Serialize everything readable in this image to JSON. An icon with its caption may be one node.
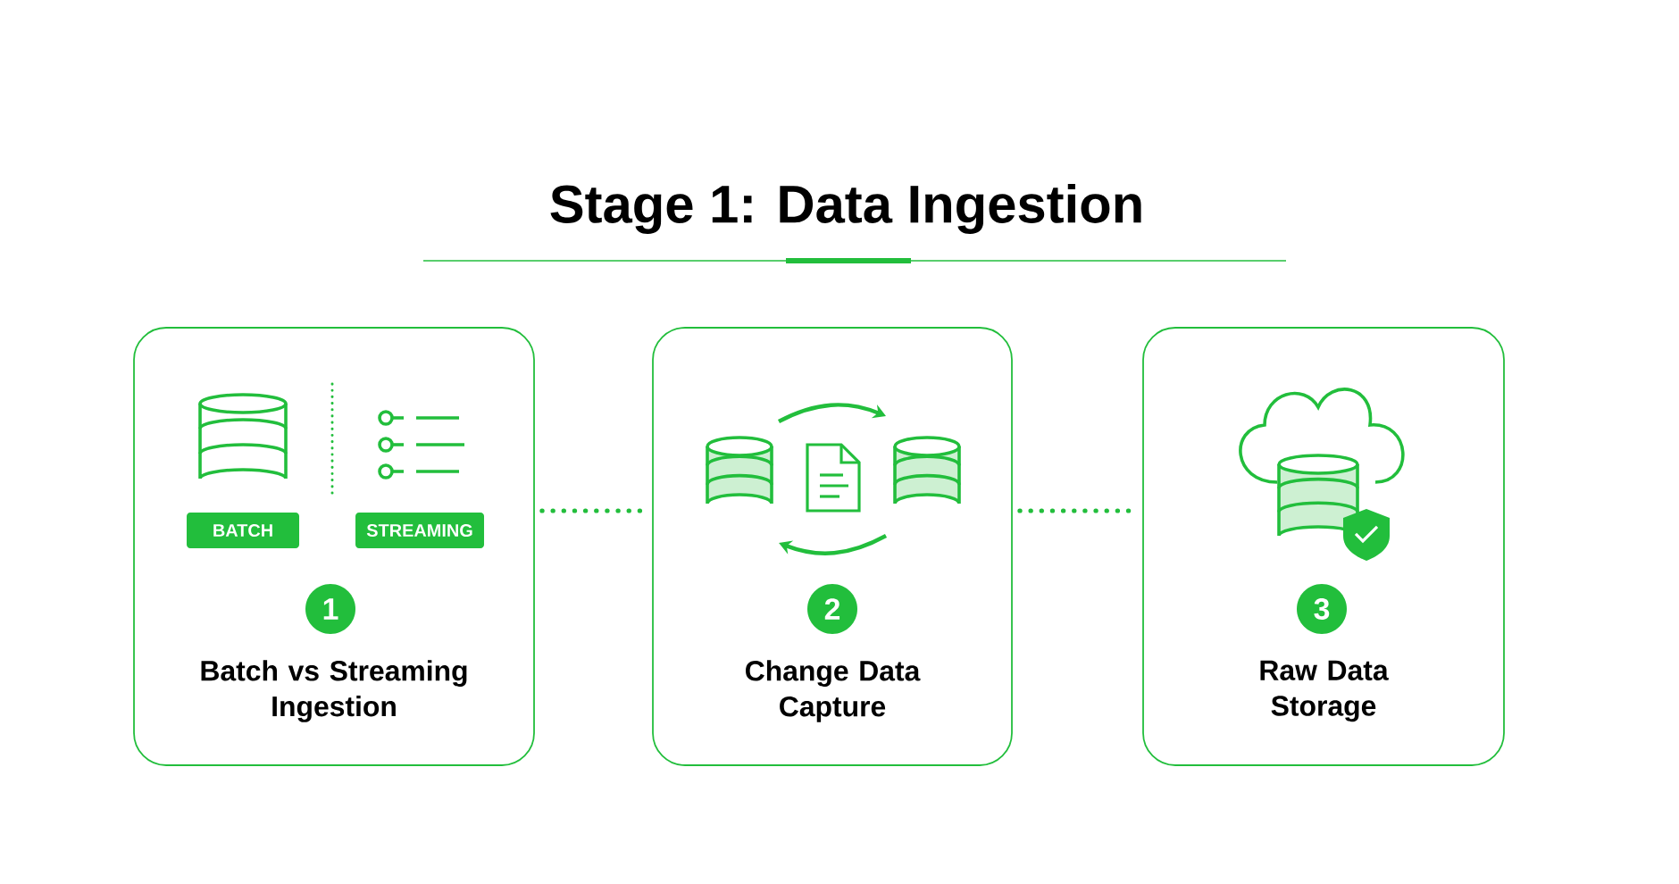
{
  "diagram": {
    "title": "Stage 1: Data Ingestion",
    "nodes": [
      {
        "text": [
          "Batch vs Streaming Ingestion"
        ]
      },
      {
        "text": [
          "BATCH"
        ],
        "in": 0
      },
      {
        "text": [
          "STREAMING"
        ],
        "in": 0
      },
      {
        "text": [
          "1"
        ],
        "in": 0
      },
      {
        "text": [
          "Change Data Capture"
        ]
      },
      {
        "text": [
          "2"
        ],
        "in": 4
      },
      {
        "text": [
          "Raw Data Storage"
        ]
      },
      {
        "text": [
          "3"
        ],
        "in": 6
      }
    ],
    "edges": [
      {
        "from": 0,
        "to": 4,
        "arrow": "none",
        "style": "dashed"
      },
      {
        "from": 4,
        "to": 6,
        "arrow": "none",
        "style": "dashed"
      }
    ]
  }
}
